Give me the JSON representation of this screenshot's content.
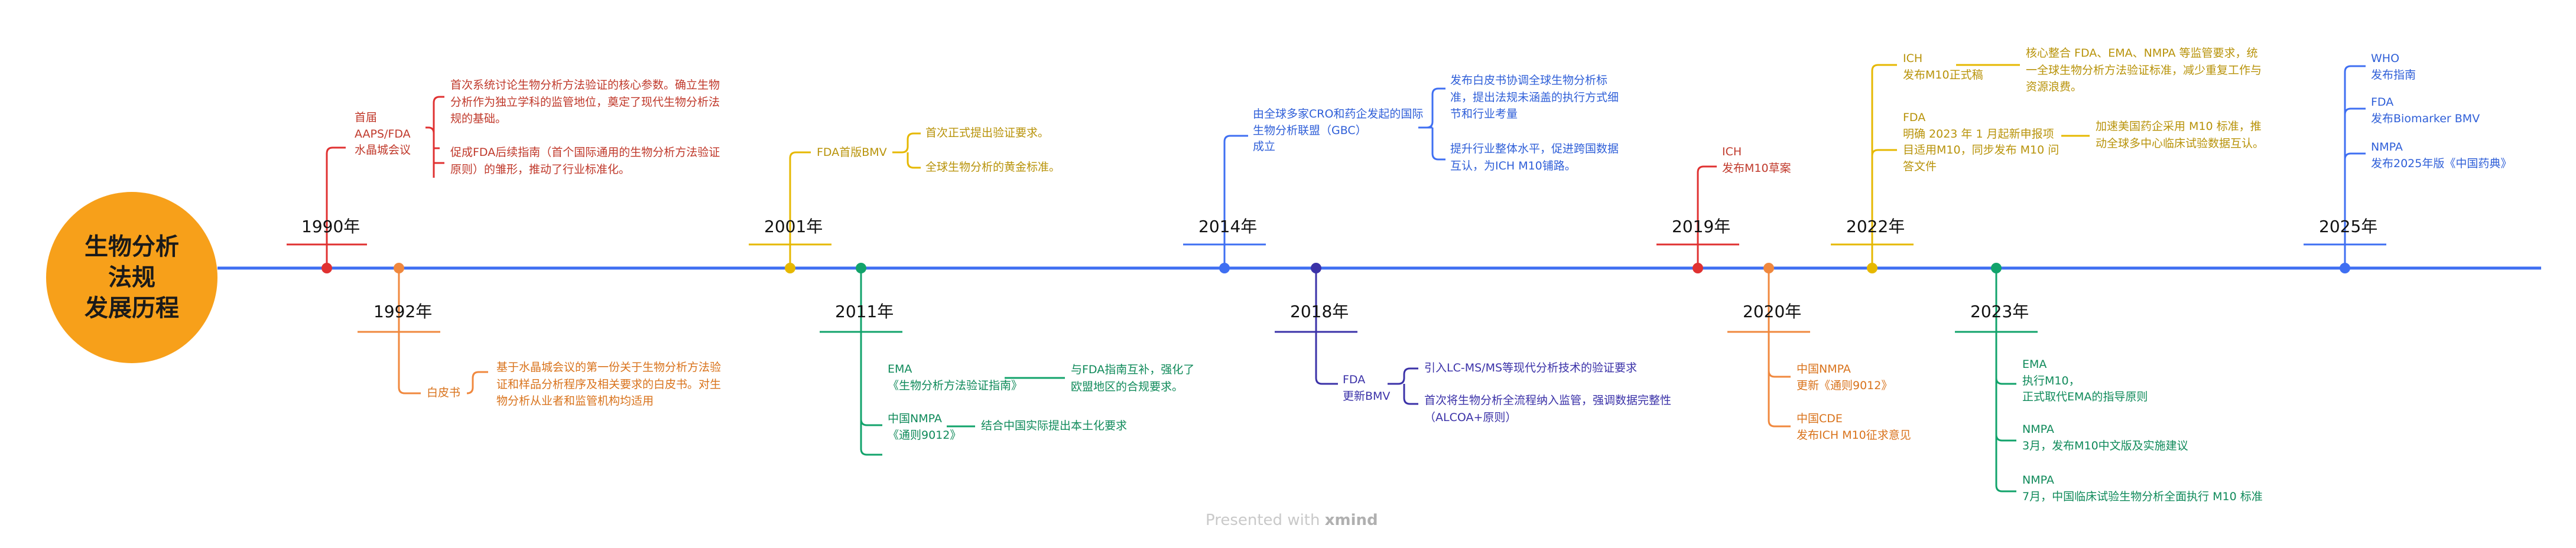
{
  "root": {
    "lines": [
      "生物分析",
      "法规",
      "发展历程"
    ]
  },
  "colors": {
    "axis": "#3f6ff2",
    "root": "#f7a01a"
  },
  "years": [
    {
      "label": "1990年",
      "color": "#e03131"
    },
    {
      "label": "1992年",
      "color": "#f0883e"
    },
    {
      "label": "2001年",
      "color": "#e6b800"
    },
    {
      "label": "2011年",
      "color": "#12a36b"
    },
    {
      "label": "2014年",
      "color": "#3f6ff2"
    },
    {
      "label": "2018年",
      "color": "#3b32a8"
    },
    {
      "label": "2019年",
      "color": "#e03131"
    },
    {
      "label": "2020年",
      "color": "#f0883e"
    },
    {
      "label": "2022年",
      "color": "#e6b800"
    },
    {
      "label": "2023年",
      "color": "#12a36b"
    },
    {
      "label": "2025年",
      "color": "#3f6ff2"
    }
  ],
  "nodes": {
    "y1990": {
      "title": [
        "首届",
        "AAPS/FDA",
        "水晶城会议"
      ],
      "details": [
        "首次系统讨论生物分析方法验证的核心参数。确立生物分析作为独立学科的监管地位，奠定了现代生物分析法规的基础。",
        "促成FDA后续指南（首个国际通用的生物分析方法验证原则）的雏形，推动了行业标准化。"
      ]
    },
    "y1992": {
      "title": [
        "白皮书"
      ],
      "details": [
        "基于水晶城会议的第一份关于生物分析方法验证和样品分析程序及相关要求的白皮书。对生物分析从业者和监管机构均适用"
      ]
    },
    "y2001": {
      "title": [
        "FDA首版BMV"
      ],
      "details": [
        "首次正式提出验证要求。",
        "全球生物分析的黄金标准。"
      ]
    },
    "y2011": {
      "items": [
        {
          "title": [
            "EMA",
            "《生物分析方法验证指南》"
          ],
          "detail": "与FDA指南互补，强化了欧盟地区的合规要求。"
        },
        {
          "title": [
            "中国NMPA",
            "《通则9012》"
          ],
          "detail": "结合中国实际提出本土化要求"
        }
      ]
    },
    "y2014": {
      "title": [
        "由全球多家CRO和药企发起的国际生物分析联盟（GBC）",
        "成立"
      ],
      "details": [
        "发布白皮书协调全球生物分析标准，提出法规未涵盖的执行方式细节和行业考量",
        "提升行业整体水平，促进跨国数据互认，为ICH M10铺路。"
      ]
    },
    "y2018": {
      "title": [
        "FDA",
        "更新BMV"
      ],
      "details": [
        "引入LC-MS/MS等现代分析技术的验证要求",
        "首次将生物分析全流程纳入监管，强调数据完整性（ALCOA+原则）"
      ]
    },
    "y2019": {
      "title": [
        "ICH",
        "发布M10草案"
      ]
    },
    "y2020": {
      "items": [
        {
          "title": [
            "中国NMPA",
            "更新《通则9012》"
          ]
        },
        {
          "title": [
            "中国CDE",
            "发布ICH M10征求意见"
          ]
        }
      ]
    },
    "y2022": {
      "items": [
        {
          "title": [
            "ICH",
            "发布M10正式稿"
          ],
          "detail": "核心整合 FDA、EMA、NMPA 等监管要求，统一全球生物分析方法验证标准，减少重复工作与资源浪费。"
        },
        {
          "title": [
            "FDA",
            "明确 2023 年 1 月起新申报项目适用M10，同步发布 M10 问答文件"
          ],
          "detail": "加速美国药企采用 M10 标准，推动全球多中心临床试验数据互认。"
        }
      ]
    },
    "y2023": {
      "items": [
        {
          "title": [
            "EMA",
            "执行M10，",
            "正式取代EMA的指导原则"
          ]
        },
        {
          "title": [
            "NMPA",
            "3月，发布M10中文版及实施建议"
          ]
        },
        {
          "title": [
            "NMPA",
            "7月，中国临床试验生物分析全面执行 M10 标准"
          ]
        }
      ]
    },
    "y2025": {
      "items": [
        {
          "title": [
            "WHO",
            "发布指南"
          ]
        },
        {
          "title": [
            "FDA",
            "发布Biomarker BMV"
          ]
        },
        {
          "title": [
            "NMPA",
            "发布2025年版《中国药典》"
          ]
        }
      ]
    }
  },
  "footer": {
    "prefix": "Presented with",
    "brand": "xmind"
  }
}
